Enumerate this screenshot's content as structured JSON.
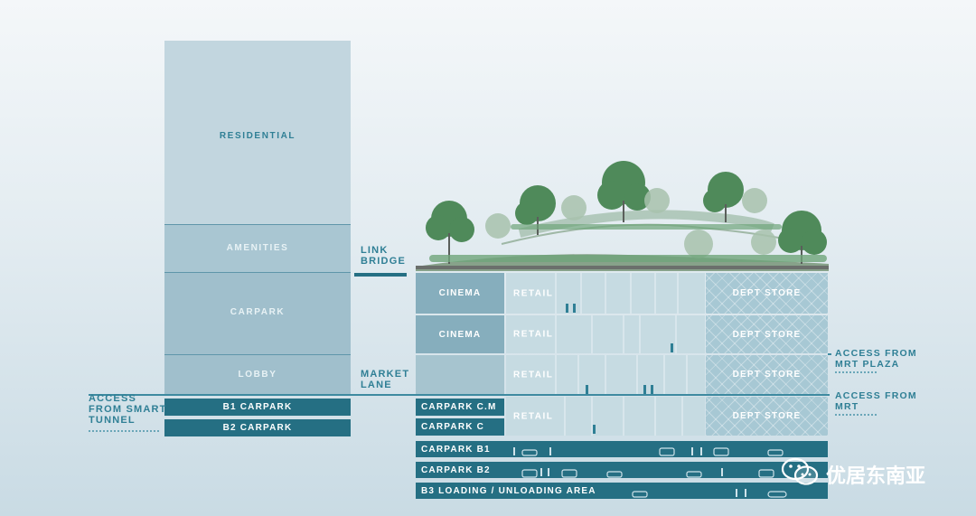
{
  "tower": {
    "residential": "RESIDENTIAL",
    "amenities": "AMENITIES",
    "carpark": "CARPARK",
    "lobby": "LOBBY",
    "b1": "B1 CARPARK",
    "b2": "B2 CARPARK"
  },
  "middle": {
    "link_bridge": [
      "LINK",
      "BRIDGE"
    ],
    "market_lane": [
      "MARKET",
      "LANE"
    ]
  },
  "left_access": [
    "ACCESS",
    "FROM SMART",
    "TUNNEL"
  ],
  "mall": {
    "cinema_1": "CINEMA",
    "cinema_2": "CINEMA",
    "carpark_cm": "CARPARK C.M",
    "carpark_c": "CARPARK C",
    "retail": [
      "RETAIL",
      "RETAIL",
      "RETAIL",
      "RETAIL"
    ],
    "dept": [
      "DEPT STORE",
      "DEPT STORE",
      "DEPT STORE",
      "DEPT STORE"
    ],
    "carpark_b1": "CARPARK B1",
    "carpark_b2": "CARPARK B2",
    "b3": "B3 LOADING / UNLOADING AREA"
  },
  "right_access": {
    "mrt_plaza": [
      "ACCESS FROM",
      "MRT PLAZA"
    ],
    "mrt": [
      "ACCESS FROM",
      "MRT"
    ]
  },
  "watermark": "优居东南亚",
  "colors": {
    "dark": "#256f83",
    "label": "#2f7f95",
    "tree": "#4f8a5a"
  }
}
